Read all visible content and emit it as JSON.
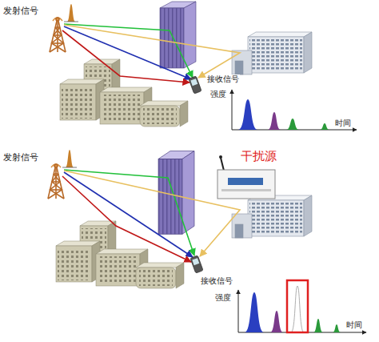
{
  "diagram": {
    "labels": [
      "发射信号",
      "接收信号",
      "强度",
      "时间",
      "发射信号",
      "干扰源",
      "接收信号",
      "强度",
      "时间"
    ]
  }
}
